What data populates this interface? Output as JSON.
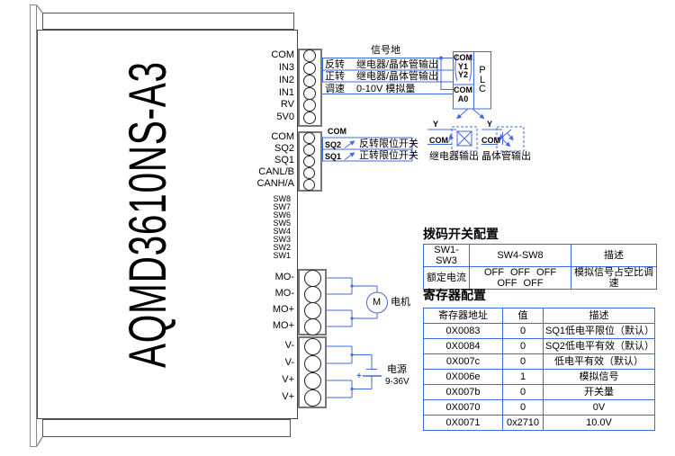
{
  "device": {
    "model": "AQMD3610NS-A3"
  },
  "terminals": {
    "io": [
      "COM",
      "IN3",
      "IN2",
      "IN1",
      "RV",
      "5V0"
    ],
    "ctrl": [
      "COM",
      "SQ2",
      "SQ1",
      "CANL/B",
      "CANH/A"
    ],
    "sw": [
      "SW8",
      "SW7",
      "SW6",
      "SW5",
      "SW4",
      "SW3",
      "SW2",
      "SW1"
    ],
    "motor": [
      "MO-",
      "MO-",
      "MO+",
      "MO+"
    ],
    "power": [
      "V-",
      "V-",
      "V+",
      "V+"
    ]
  },
  "wiring": {
    "signal_ground": "信号地",
    "io_rows": [
      {
        "pin": "反转",
        "desc": "继电器/晶体管输出"
      },
      {
        "pin": "正转",
        "desc": "继电器/晶体管输出"
      },
      {
        "pin": "调速",
        "desc": "0-10V 模拟量"
      }
    ],
    "plc": {
      "label": "PLC",
      "top_pins": [
        "COM",
        "Y1",
        "Y2"
      ],
      "bottom_pins": [
        "COM",
        "A0"
      ]
    },
    "relay_output": {
      "y": "Y",
      "com": "COM",
      "label": "继电器输出"
    },
    "transistor_output": {
      "y": "Y",
      "com": "COM",
      "label": "晶体管输出"
    },
    "limit": {
      "com": "COM",
      "rows": [
        {
          "pin": "SQ2",
          "desc": "反转限位开关"
        },
        {
          "pin": "SQ1",
          "desc": "正转限位开关"
        }
      ]
    },
    "motor": {
      "symbol": "M",
      "label": "电机"
    },
    "power": {
      "plus": "+",
      "label": "电源",
      "range": "9-36V"
    }
  },
  "dip_table": {
    "title": "拨码开关配置",
    "headers": [
      "SW1-SW3",
      "SW4-SW8",
      "描述"
    ],
    "rows": [
      [
        "额定电流",
        "OFF OFF OFF OFF OFF",
        "模拟信号占空比调速"
      ]
    ]
  },
  "reg_table": {
    "title": "寄存器配置",
    "headers": [
      "寄存器地址",
      "值",
      "描述"
    ],
    "rows": [
      [
        "0X0083",
        "0",
        "SQ1低电平限位（默认）"
      ],
      [
        "0X0084",
        "0",
        "SQ2低电平有效（默认）"
      ],
      [
        "0X007c",
        "0",
        "低电平有效（默认）"
      ],
      [
        "0X006e",
        "1",
        "模拟信号"
      ],
      [
        "0X007b",
        "0",
        "开关量"
      ],
      [
        "0X0070",
        "0",
        "0V"
      ],
      [
        "0X0071",
        "0x2710",
        "10.0V"
      ]
    ]
  },
  "colors": {
    "wire": "#4169e1",
    "outline": "#555555",
    "block_border": "#777777",
    "table_border": "#4169e1",
    "text": "#000000"
  }
}
